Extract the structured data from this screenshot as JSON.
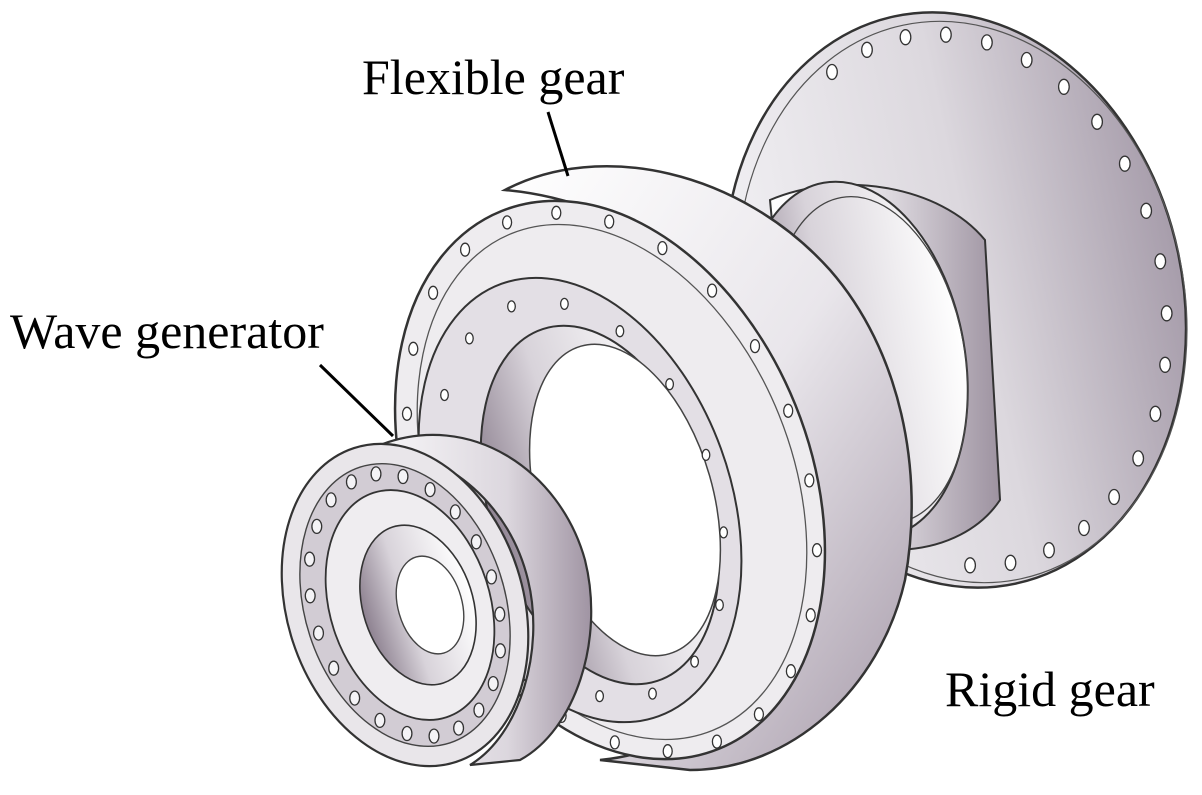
{
  "labels": {
    "flexible_gear": "Flexible gear",
    "wave_generator": "Wave generator",
    "rigid_gear": "Rigid gear"
  },
  "colors": {
    "metal_light": "#f4f3f6",
    "metal_mid": "#d9d5dc",
    "metal_dark": "#9a8f9c",
    "outline": "#3a3a3a",
    "hole": "#ffffff"
  },
  "components": {
    "rigid_gear_flange_holes": 20,
    "flexible_gear_flange_holes": 24,
    "flexible_gear_inner_holes": 16,
    "wave_generator_balls": 22
  }
}
